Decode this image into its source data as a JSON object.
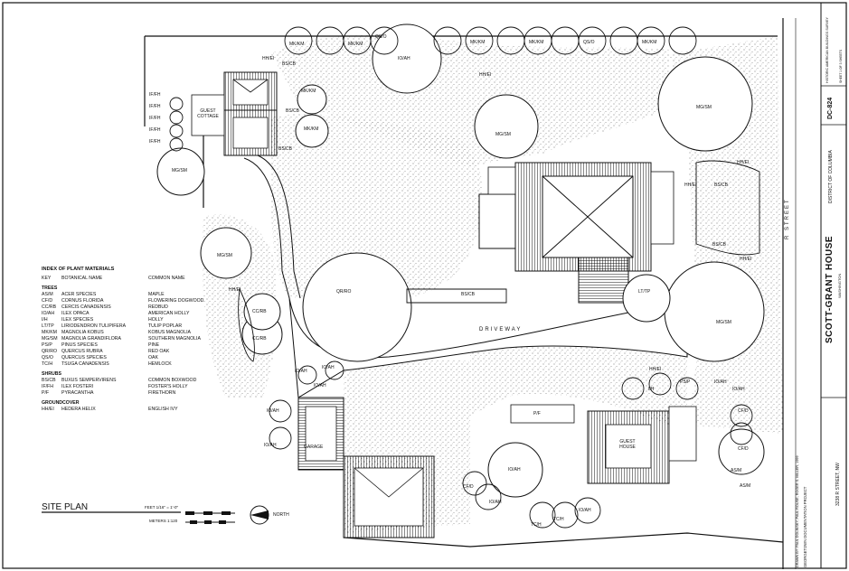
{
  "title_block": {
    "house_name": "SCOTT-GRANT HOUSE",
    "address": "3238 R STREET, NW",
    "district": "DISTRICT OF COLUMBIA",
    "city": "WASHINGTON",
    "project": "GEORGETOWN DOCUMENTATION PROJECT",
    "drawn_by": "DRAWN BY: PAUL DOLINSKY, PAUL ROUSE, ROGER S. MILLER, 1999",
    "survey_number": "DC-824",
    "survey_name": "HISTORIC AMERICAN BUILDINGS SURVEY",
    "sheet": "SHEET 1 OF 3 SHEETS"
  },
  "site_plan": {
    "title": "SITE PLAN",
    "scale_feet": "FEET 1/16\" = 1'-0\"",
    "scale_meters": "METERS 1:120",
    "north_label": "NORTH",
    "street": "R STREET",
    "driveway": "DRIVEWAY"
  },
  "legend": {
    "heading": "INDEX OF PLANT MATERIALS",
    "col_key": "KEY",
    "col_botanical": "BOTANICAL NAME",
    "col_common": "COMMON NAME",
    "trees_heading": "TREES",
    "trees": [
      {
        "key": "AS/M",
        "botanical": "ACER SPECIES",
        "common": "MAPLE"
      },
      {
        "key": "CF/D",
        "botanical": "CORNUS FLORIDA",
        "common": "FLOWERING DOGWOOD"
      },
      {
        "key": "CC/RB",
        "botanical": "CERCIS CANADENSIS",
        "common": "REDBUD"
      },
      {
        "key": "IO/AH",
        "botanical": "ILEX OPACA",
        "common": "AMERICAN HOLLY"
      },
      {
        "key": "I/H",
        "botanical": "ILEX SPECIES",
        "common": "HOLLY"
      },
      {
        "key": "LT/TP",
        "botanical": "LIRIODENDRON TULIPIFERA",
        "common": "TULIP POPLAR"
      },
      {
        "key": "MK/KM",
        "botanical": "MAGNOLIA KOBUS",
        "common": "KOBUS MAGNOLIA"
      },
      {
        "key": "MG/SM",
        "botanical": "MAGNOLIA GRANDIFLORA",
        "common": "SOUTHERN MAGNOLIA"
      },
      {
        "key": "PS/P",
        "botanical": "PINUS SPECIES",
        "common": "PINE"
      },
      {
        "key": "QR/RO",
        "botanical": "QUERCUS RUBRA",
        "common": "RED OAK"
      },
      {
        "key": "QS/O",
        "botanical": "QUERCUS SPECIES",
        "common": "OAK"
      },
      {
        "key": "TC/H",
        "botanical": "TSUGA CANADENSIS",
        "common": "HEMLOCK"
      }
    ],
    "shrubs_heading": "SHRUBS",
    "shrubs": [
      {
        "key": "BS/CB",
        "botanical": "BUXUS SEMPERVIRENS",
        "common": "COMMON BOXWOOD"
      },
      {
        "key": "IF/FH",
        "botanical": "ILEX FOSTERI",
        "common": "FOSTER'S HOLLY"
      },
      {
        "key": "P/F",
        "botanical": "PYRACANTHA",
        "common": "FIRETHORN"
      }
    ],
    "groundcover_heading": "GROUNDCOVER",
    "groundcover": [
      {
        "key": "HH/EI",
        "botanical": "HEDERA HELIX",
        "common": "ENGLISH IVY"
      }
    ]
  },
  "buildings": {
    "guest_cottage": "GUEST COTTAGE",
    "garage": "GARAGE",
    "guest_house": "GUEST HOUSE"
  },
  "plant_tags": {
    "mk_top": "MK/KM",
    "qs_o": "QS/O",
    "io_ah": "IO/AH",
    "hh_ei": "HH/EI",
    "bs_cb": "BS/CB",
    "mg_sm": "MG/SM",
    "if_fh": "IF/FH",
    "qr_ro": "QR/RO",
    "cc_rb": "CC/RB",
    "lt_tp": "LT/TP",
    "cf_d": "CF/D",
    "as_m": "AS/M",
    "tc_h": "TC/H",
    "ps_p": "PS/P",
    "i_h": "I/H",
    "p_f": "P/F"
  }
}
